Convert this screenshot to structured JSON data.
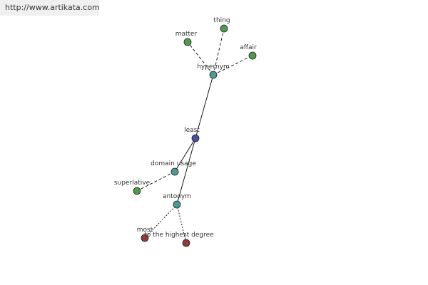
{
  "banner": {
    "url": "http://www.artikata.com"
  },
  "colors": {
    "central": "#4b4f9e",
    "relation": "#4c9a94",
    "leaf_green": "#4f9a4f",
    "leaf_red": "#8e3d3a",
    "edge": "#000000"
  },
  "graph": {
    "nodes": [
      {
        "id": "least",
        "label": "least",
        "kind": "central"
      },
      {
        "id": "hypernym",
        "label": "hypernym",
        "kind": "relation"
      },
      {
        "id": "domain-usage",
        "label": "domain usage",
        "kind": "relation"
      },
      {
        "id": "antonym",
        "label": "antonym",
        "kind": "relation"
      },
      {
        "id": "matter",
        "label": "matter",
        "kind": "leaf_green"
      },
      {
        "id": "thing",
        "label": "thing",
        "kind": "leaf_green"
      },
      {
        "id": "affair",
        "label": "affair",
        "kind": "leaf_green"
      },
      {
        "id": "superlative",
        "label": "superlative",
        "kind": "leaf_green"
      },
      {
        "id": "most",
        "label": "most",
        "kind": "leaf_red"
      },
      {
        "id": "to-the-highest-degree",
        "label": "to the highest degree",
        "kind": "leaf_red"
      }
    ],
    "edges": [
      {
        "from": "least",
        "to": "hypernym",
        "style": "solid"
      },
      {
        "from": "least",
        "to": "domain-usage",
        "style": "solid"
      },
      {
        "from": "least",
        "to": "antonym",
        "style": "solid"
      },
      {
        "from": "hypernym",
        "to": "matter",
        "style": "dashed"
      },
      {
        "from": "hypernym",
        "to": "thing",
        "style": "dashed"
      },
      {
        "from": "hypernym",
        "to": "affair",
        "style": "dashed"
      },
      {
        "from": "domain-usage",
        "to": "superlative",
        "style": "dashed"
      },
      {
        "from": "antonym",
        "to": "most",
        "style": "dotted"
      },
      {
        "from": "antonym",
        "to": "to-the-highest-degree",
        "style": "dotted"
      }
    ]
  }
}
